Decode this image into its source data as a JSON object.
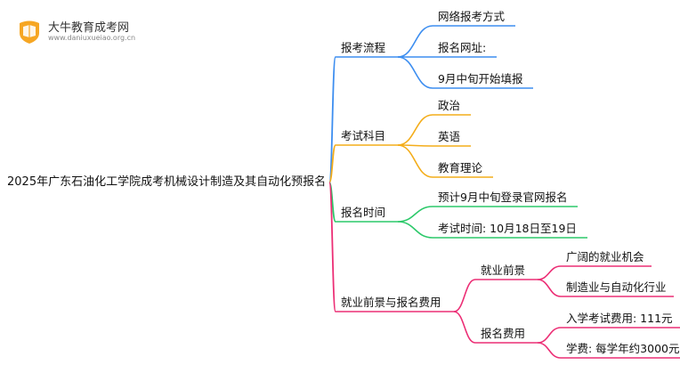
{
  "logo": {
    "title": "大牛教育成考网",
    "subtitle": "www.daniuxueiao.org.cn",
    "icon": "book-shield-icon"
  },
  "colors": {
    "blue": "#3d8ef0",
    "orange": "#f4ad1a",
    "green": "#2cc96a",
    "pink": "#ec2e75"
  },
  "root": "2025年广东石油化工学院成考机械设计制造及其自动化预报名",
  "branches": [
    {
      "label": "报考流程",
      "children": [
        "网络报考方式",
        "报名网址:",
        "9月中旬开始填报"
      ]
    },
    {
      "label": "考试科目",
      "children": [
        "政治",
        "英语",
        "教育理论"
      ]
    },
    {
      "label": "报名时间",
      "children": [
        "预计9月中旬登录官网报名",
        "考试时间: 10月18日至19日"
      ]
    },
    {
      "label": "就业前景与报名费用",
      "sub": [
        {
          "label": "就业前景",
          "children": [
            "广阔的就业机会",
            "制造业与自动化行业"
          ]
        },
        {
          "label": "报名费用",
          "children": [
            "入学考试费用: 111元",
            "学费: 每学年约3000元"
          ]
        }
      ]
    }
  ]
}
